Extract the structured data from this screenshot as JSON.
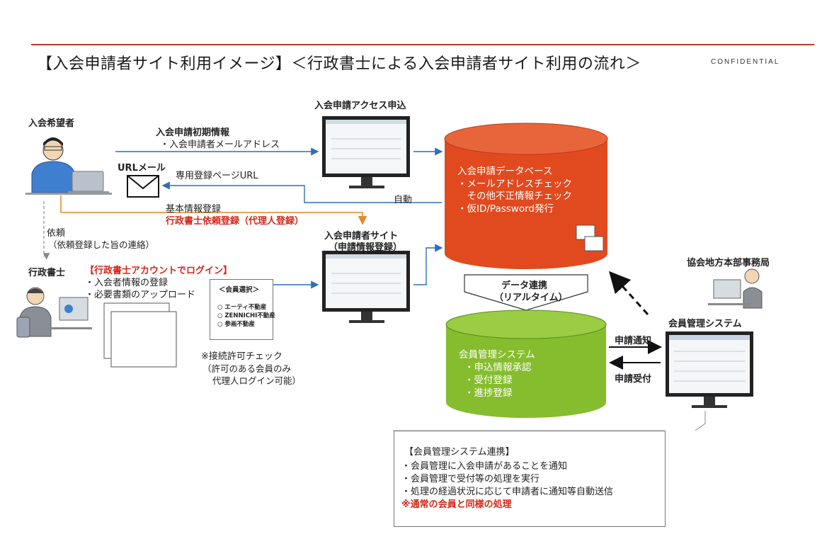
{
  "title": "【入会申請者サイト利用イメージ】＜行政書士による入会申請者サイト利用の流れ＞",
  "confidential": "CONFIDENTIAL",
  "applicant": {
    "label": "入会希望者",
    "flow_title": "入会申請初期情報",
    "flow_item": "・入会申請者メールアドレス",
    "url_mail": "URLメール",
    "url_page": "専用登録ページURL",
    "auto": "自動",
    "basic_info": "基本情報登録",
    "scrivener_request": "行政書士依頼登録（代理人登録）",
    "request": "依頼",
    "request_note": "（依頼登録した旨の連絡）"
  },
  "scrivener": {
    "label": "行政書士",
    "login": "【行政書士アカウントでログイン】",
    "item1": "・入会者情報の登録",
    "item2": "・必要書類のアップロード",
    "member_select": {
      "title": "＜会員選択＞",
      "options": [
        "エーティ不動産",
        "ZENNICHI不動産",
        "参画不動産"
      ]
    },
    "permission_title": "※接続許可チェック",
    "permission_line1": "（許可のある会員のみ",
    "permission_line2": "代理人ログイン可能）"
  },
  "access_site": {
    "label": "入会申請アクセス申込"
  },
  "applicant_site": {
    "label1": "入会申請者サイト",
    "label2": "（申請情報登録）"
  },
  "database": {
    "title": "入会申請データベース",
    "line1": "・メールアドレスチェック",
    "line2": "　その他不正情報チェック",
    "line3": "・仮ID/Password発行",
    "color_fill": "#e14a1f"
  },
  "data_link": {
    "line1": "データ連携",
    "line2": "（リアルタイム）"
  },
  "member_system_db": {
    "title": "会員管理システム",
    "line1": "・申込情報承認",
    "line2": "・受付登録",
    "line3": "・進捗登録",
    "color_fill": "#86bd2e"
  },
  "regional_office": {
    "label": "協会地方本部事務局"
  },
  "member_system_terminal": {
    "label": "会員管理システム",
    "notify": "申請通知",
    "accept": "申請受付"
  },
  "integration_box": {
    "title": "【会員管理システム連携】",
    "item1": "・会員管理に入会申請があることを通知",
    "item2": "・会員管理で受付等の処理を実行",
    "item3": "・処理の経過状況に応じて申請者に通知等自動送信",
    "note": "※通常の会員と同様の処理"
  }
}
